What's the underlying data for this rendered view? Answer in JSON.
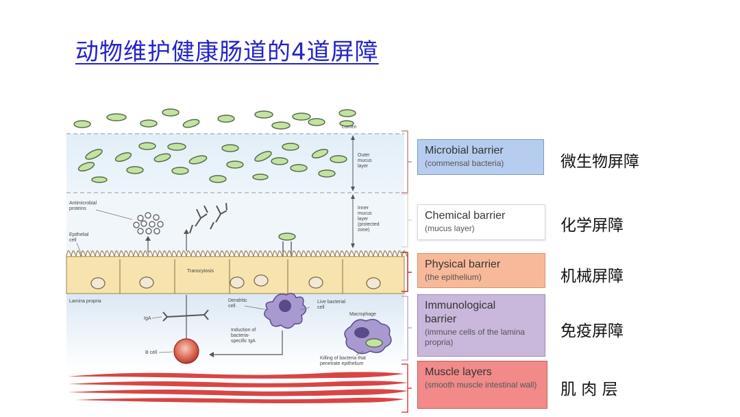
{
  "title": "动物维护健康肠道的4道屏障",
  "diagram_labels": {
    "lumen": "Lumen",
    "outer_mucus": [
      "Outer",
      "mucus",
      "layer"
    ],
    "inner_mucus": [
      "Inner",
      "mucus",
      "layer",
      "(protected",
      "zone)"
    ],
    "antimicrobial": [
      "Antimicrobial",
      "proteins"
    ],
    "epithelial": [
      "Epithelial",
      "cell"
    ],
    "transcytosis": "Transcytosis",
    "lamina_propria": "Lamina propria",
    "dendritic": [
      "Dendritic",
      "cell"
    ],
    "live_bacterial": [
      "Live bacterial",
      "cell"
    ],
    "macrophage": "Macrophage",
    "iga": "IgA",
    "induction": [
      "Induction of",
      "bacteria-",
      "specific IgA"
    ],
    "b_cell": "B cell",
    "killing": [
      "Killing of bacteria that",
      "penetrate epithelium"
    ]
  },
  "barriers": [
    {
      "heading": "Microbial barrier",
      "sub": "(commensal bacteria)",
      "cn": "微生物屏障",
      "color": "#b7cdef"
    },
    {
      "heading": "Chemical barrier",
      "sub": "(mucus layer)",
      "cn": "化学屏障",
      "color": "#ffffff"
    },
    {
      "heading": "Physical barrier",
      "sub": "(the epithelium)",
      "cn": "机械屏障",
      "color": "#f7b99a"
    },
    {
      "heading": "Immunological barrier",
      "sub": "(immune cells of the lamina propria)",
      "cn": "免疫屏障",
      "color": "#c9b7dc"
    },
    {
      "heading": "Muscle layers",
      "sub": "(smooth muscle intestinal wall)",
      "cn": "肌 肉 层",
      "color": "#f28a8a"
    }
  ]
}
